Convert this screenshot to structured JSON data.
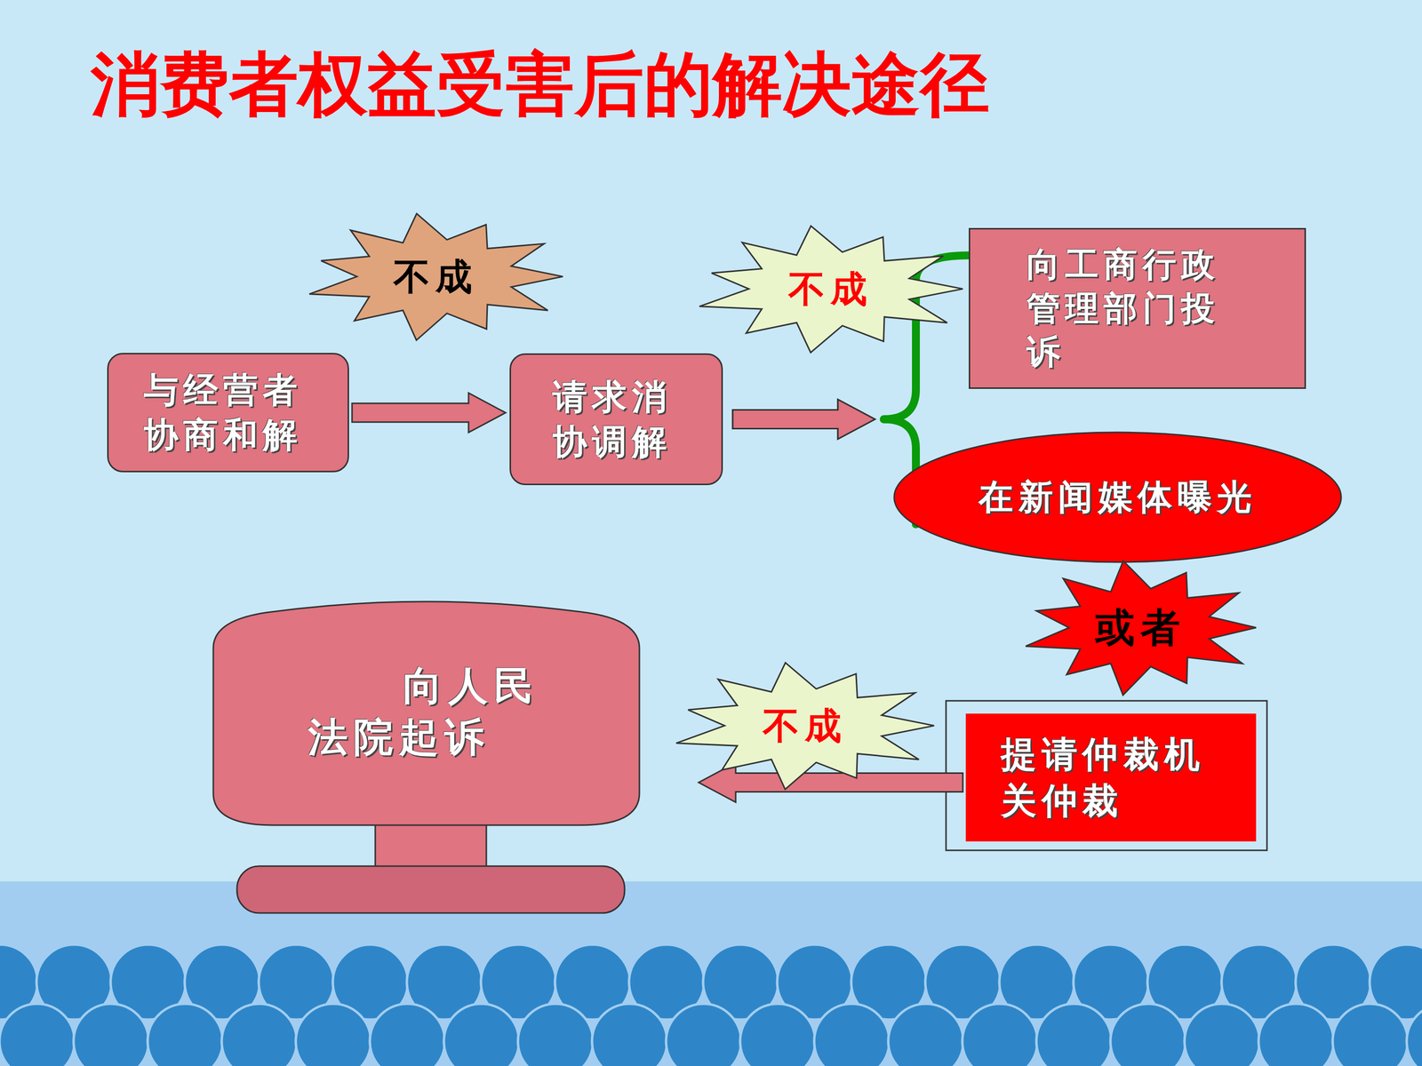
{
  "diagram": {
    "title": "消费者权益受害后的解决途径",
    "nodes": [
      {
        "text": [
          "不成"
        ]
      },
      {
        "text": [
          "不成"
        ]
      },
      {
        "text": [
          "向工商行政管理部门投诉"
        ]
      },
      {
        "text": [
          "与经营者协商和解"
        ]
      },
      {
        "text": [
          "请求消协调解"
        ]
      },
      {
        "text": [
          "在新闻媒体曝光"
        ]
      },
      {
        "text": [
          "或者"
        ]
      },
      {
        "text": [
          "向人民法院起诉"
        ]
      },
      {
        "text": [
          "不成"
        ]
      },
      {
        "text": [
          "提请仲裁机关仲裁"
        ]
      }
    ],
    "edges": [
      {
        "from": 3,
        "to": 4,
        "arrow": "to"
      },
      {
        "from": 4,
        "to": 2,
        "arrow": "to"
      },
      {
        "from": 4,
        "to": 5,
        "arrow": "to"
      },
      {
        "from": 9,
        "to": 7,
        "arrow": "to"
      }
    ]
  }
}
